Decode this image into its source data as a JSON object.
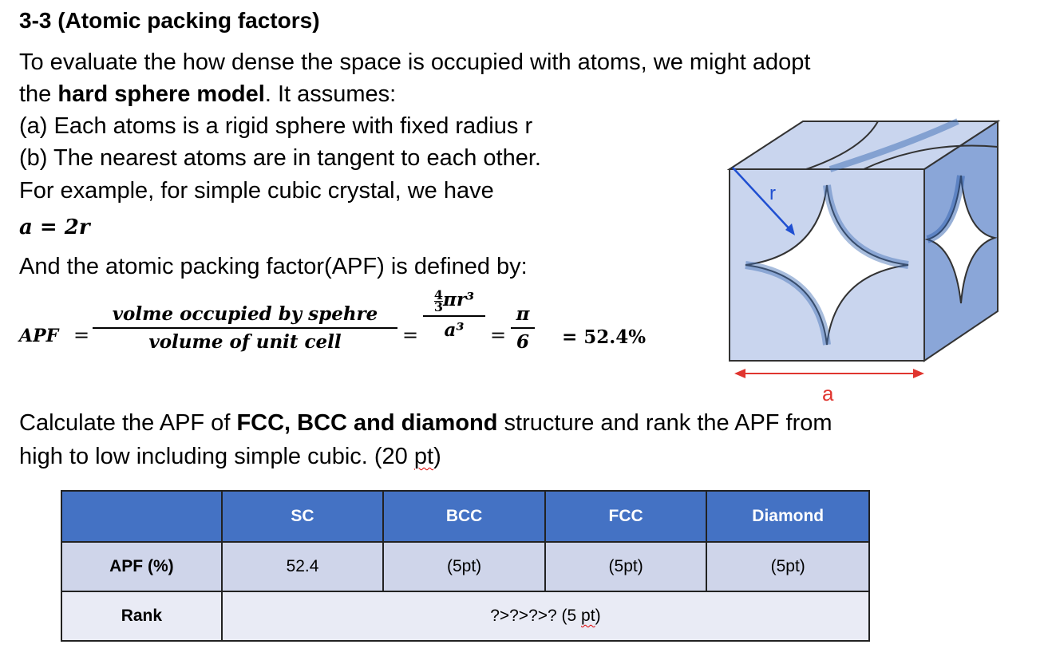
{
  "title": "3-3 (Atomic packing factors)",
  "intro": {
    "line1": "To evaluate the how dense the space is occupied with atoms, we might adopt",
    "line2_pre": "the ",
    "line2_bold": "hard sphere model",
    "line2_post": ". It assumes:",
    "assume_a": "(a) Each atoms is a rigid sphere with fixed radius r",
    "assume_b": "(b) The nearest atoms are in tangent to each other.",
    "example": "For example, for simple cubic crystal, we have",
    "eq_a": "a = 2r",
    "apf_def": "And the atomic packing factor(APF) is defined by:"
  },
  "formula": {
    "lhs": "APF",
    "eq": "=",
    "num1": "volme occupied by spehre",
    "den1": "volume of unit cell",
    "num2_coef_top": "4",
    "num2_coef_bot": "3",
    "num2_rest": "πr³",
    "den2": "a³",
    "num3": "π",
    "den3": "6",
    "result": "= 52.4%"
  },
  "figure": {
    "r_label": "r",
    "a_label": "a",
    "face_color": "#c9d5ee",
    "edge_color": "#333333",
    "sphere_dark": "#3d6db3",
    "arrow_blue": "#1f4fd1",
    "arrow_red": "#e0352f"
  },
  "task": {
    "line1_pre": "Calculate the APF of ",
    "line1_bold": "FCC, BCC and diamond",
    "line1_post": " structure and rank the APF from",
    "line2_pre": "high to low including simple cubic. (20 ",
    "line2_pt": "pt",
    "line2_post": ")"
  },
  "table": {
    "headers": [
      "",
      "SC",
      "BCC",
      "FCC",
      "Diamond"
    ],
    "apf_row": [
      "APF (%)",
      "52.4",
      "(5pt)",
      "(5pt)",
      "(5pt)"
    ],
    "rank_label": "Rank",
    "rank_value_pre": "?>?>?>? (5 ",
    "rank_value_pt": "pt",
    "rank_value_post": ")",
    "header_color": "#4472c4"
  }
}
